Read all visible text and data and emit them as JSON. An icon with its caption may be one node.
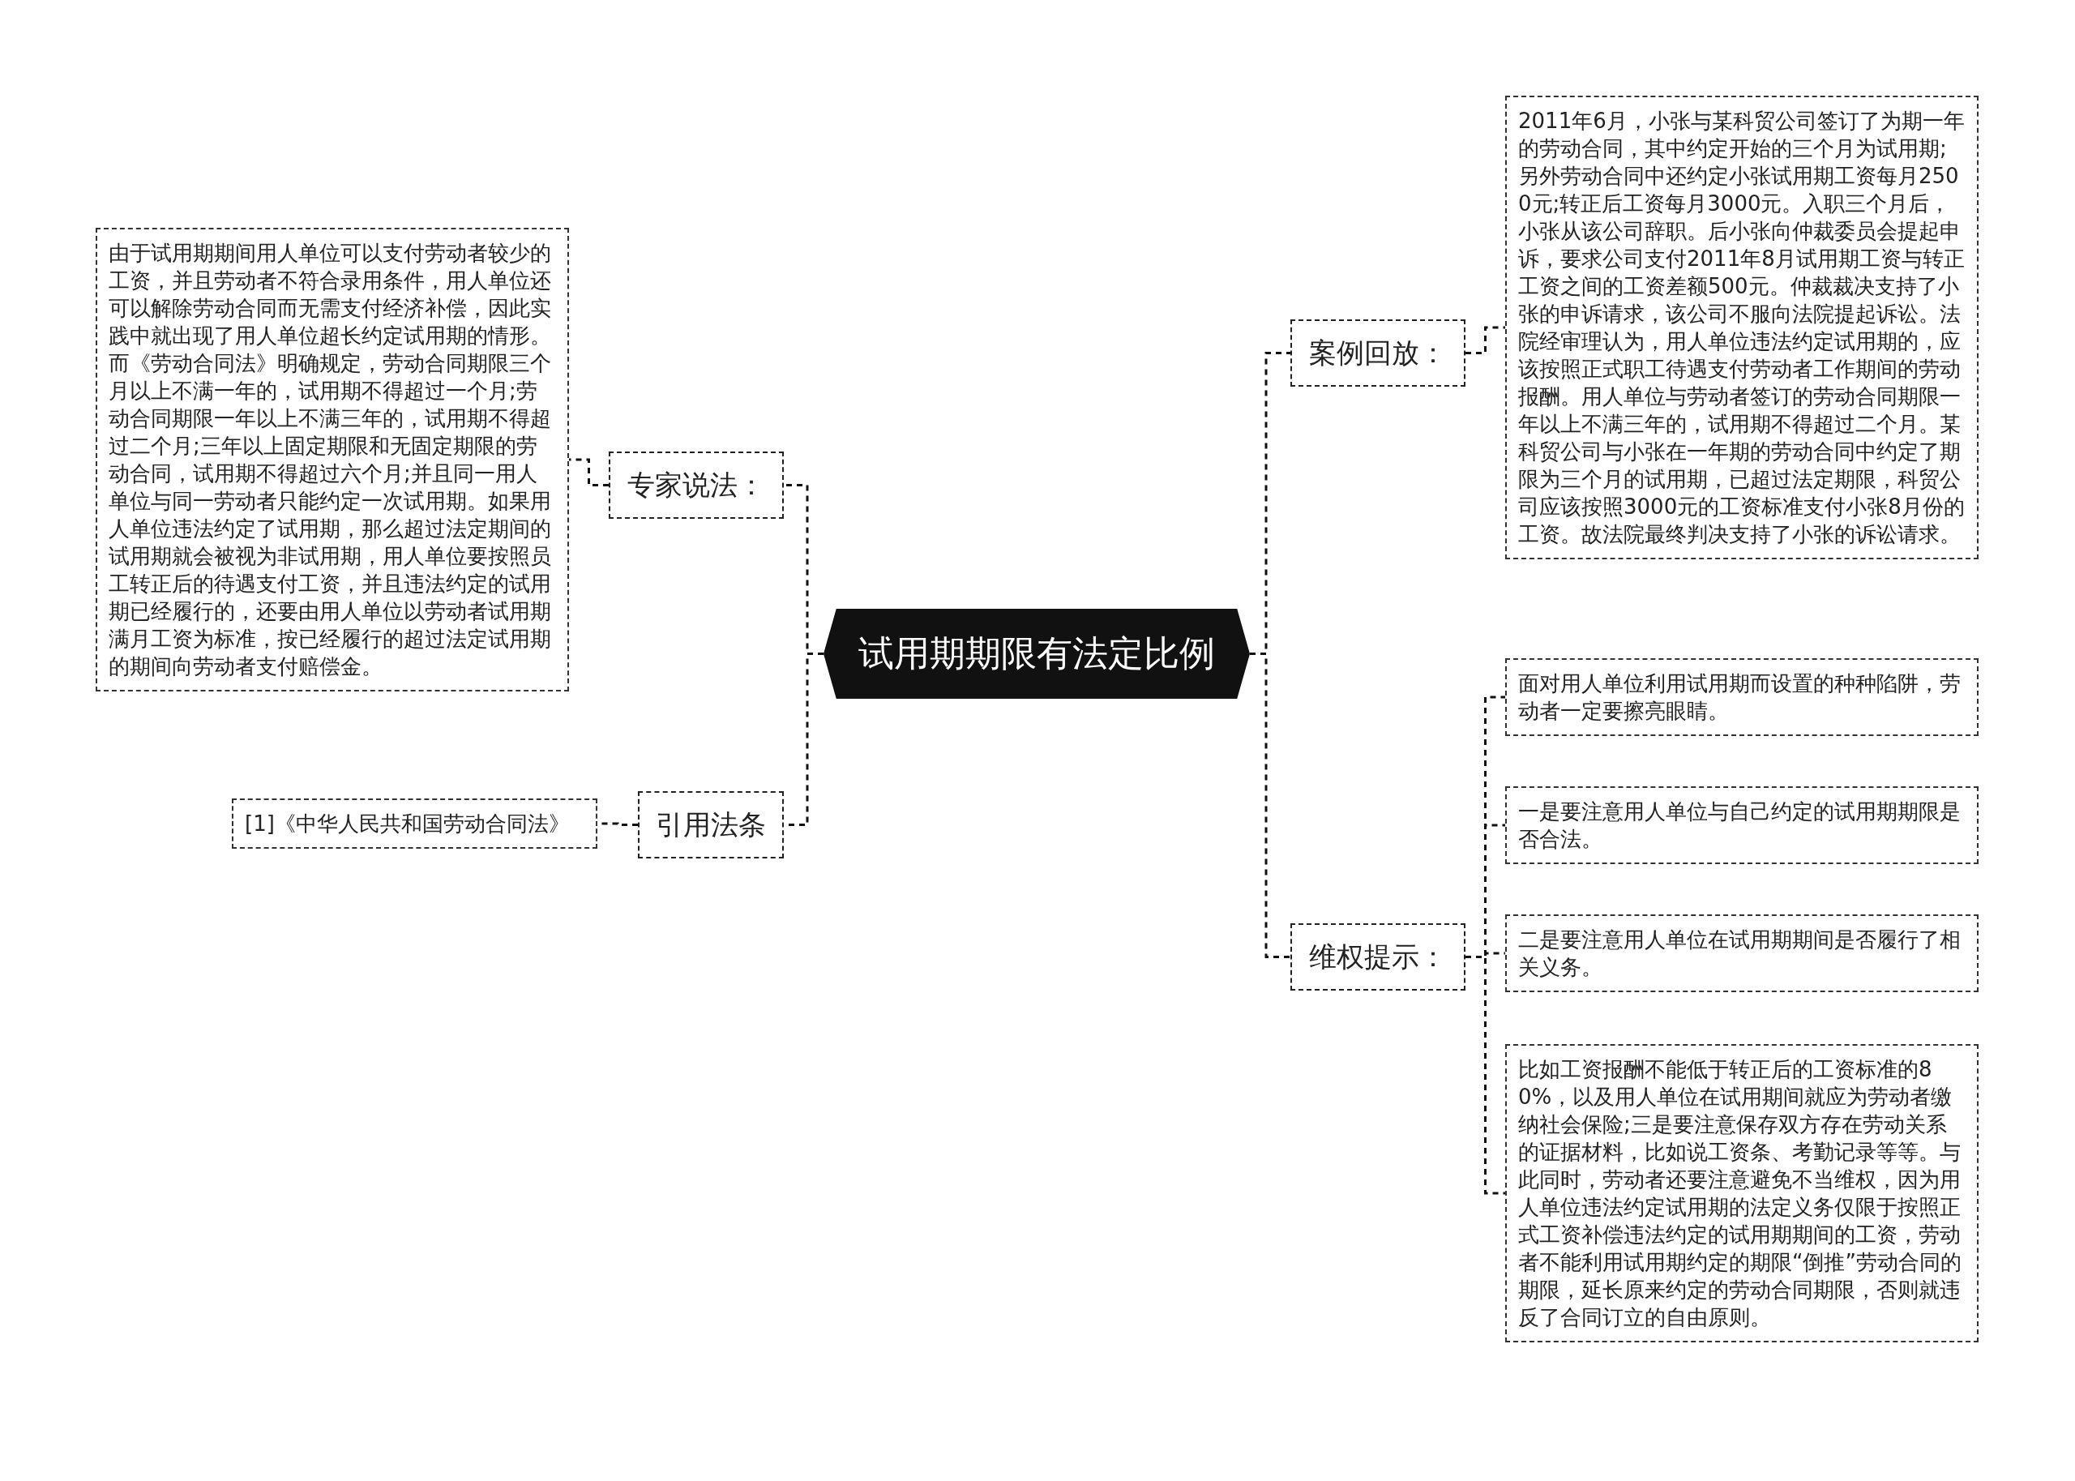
{
  "diagram": {
    "nodes": [
      {
        "text": [
          "试用期期限有法定比例"
        ]
      },
      {
        "text": [
          "专家说法："
        ]
      },
      {
        "text": [
          "由于试用期期间用人单位可以支付劳动者较少的工资，并且劳动者不符合录用条件，用人单位还可以解除劳动合同而无需支付经济补偿，因此实践中就出现了用人单位超长约定试用期的情形。而《劳动合同法》明确规定，劳动合同期限三个月以上不满一年的，试用期不得超过一个月;劳动合同期限一年以上不满三年的，试用期不得超过二个月;三年以上固定期限和无固定期限的劳动合同，试用期不得超过六个月;并且同一用人单位与同一劳动者只能约定一次试用期。如果用人单位违法约定了试用期，那么超过法定期间的试用期就会被视为非试用期，用人单位要按照员工转正后的待遇支付工资，并且违法约定的试用期已经履行的，还要由用人单位以劳动者试用期满月工资为标准，按已经履行的超过法定试用期的期间向劳动者支付赔偿金。"
        ]
      },
      {
        "text": [
          "引用法条"
        ]
      },
      {
        "text": [
          "[1]《中华人民共和国劳动合同法》"
        ]
      },
      {
        "text": [
          "案例回放："
        ]
      },
      {
        "text": [
          "2011年6月，小张与某科贸公司签订了为期一年的劳动合同，其中约定开始的三个月为试用期;另外劳动合同中还约定小张试用期工资每月2500元;转正后工资每月3000元。入职三个月后，小张从该公司辞职。后小张向仲裁委员会提起申诉，要求公司支付2011年8月试用期工资与转正工资之间的工资差额500元。仲裁裁决支持了小张的申诉请求，该公司不服向法院提起诉讼。法院经审理认为，用人单位违法约定试用期的，应该按照正式职工待遇支付劳动者工作期间的劳动报酬。用人单位与劳动者签订的劳动合同期限一年以上不满三年的，试用期不得超过二个月。某科贸公司与小张在一年期的劳动合同中约定了期限为三个月的试用期，已超过法定期限，科贸公司应该按照3000元的工资标准支付小张8月份的工资。故法院最终判决支持了小张的诉讼请求。"
        ]
      },
      {
        "text": [
          "维权提示："
        ]
      },
      {
        "text": [
          "面对用人单位利用试用期而设置的种种陷阱，劳动者一定要擦亮眼睛。"
        ]
      },
      {
        "text": [
          "一是要注意用人单位与自己约定的试用期期限是否合法。"
        ]
      },
      {
        "text": [
          "二是要注意用人单位在试用期期间是否履行了相关义务。"
        ]
      },
      {
        "text": [
          "比如工资报酬不能低于转正后的工资标准的80%，以及用人单位在试用期间就应为劳动者缴纳社会保险;三是要注意保存双方存在劳动关系的证据材料，比如说工资条、考勤记录等等。与此同时，劳动者还要注意避免不当维权，因为用人单位违法约定试用期的法定义务仅限于按照正式工资补偿违法约定的试用期期间的工资，劳动者不能利用试用期约定的期限“倒推”劳动合同的期限，延长原来约定的劳动合同期限，否则就违反了合同订立的自由原则。"
        ]
      }
    ],
    "edges": [
      {
        "from": 0,
        "to": 1,
        "arrow": "none",
        "style": "dashed"
      },
      {
        "from": 0,
        "to": 3,
        "arrow": "none",
        "style": "dashed"
      },
      {
        "from": 0,
        "to": 5,
        "arrow": "none",
        "style": "dashed"
      },
      {
        "from": 0,
        "to": 7,
        "arrow": "none",
        "style": "dashed"
      },
      {
        "from": 1,
        "to": 2,
        "arrow": "none",
        "style": "dashed"
      },
      {
        "from": 3,
        "to": 4,
        "arrow": "none",
        "style": "dashed"
      },
      {
        "from": 5,
        "to": 6,
        "arrow": "none",
        "style": "dashed"
      },
      {
        "from": 7,
        "to": 8,
        "arrow": "none",
        "style": "dashed"
      },
      {
        "from": 7,
        "to": 9,
        "arrow": "none",
        "style": "dashed"
      },
      {
        "from": 7,
        "to": 10,
        "arrow": "none",
        "style": "dashed"
      },
      {
        "from": 7,
        "to": 11,
        "arrow": "none",
        "style": "dashed"
      }
    ]
  }
}
